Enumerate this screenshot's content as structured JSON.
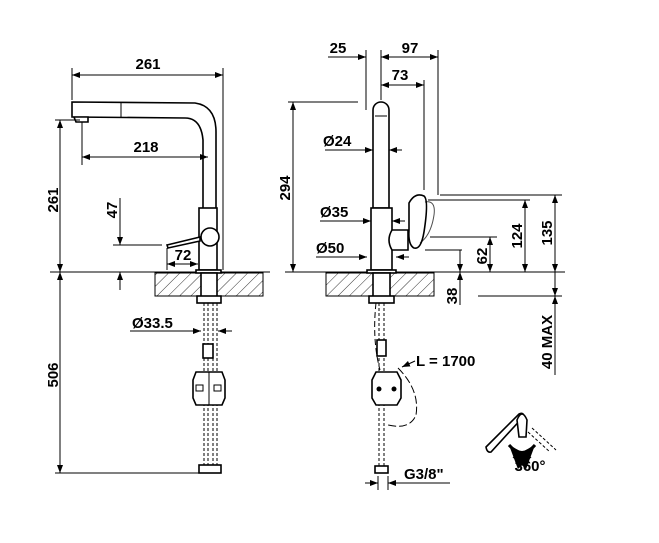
{
  "side_view": {
    "width_total": "261",
    "height_spout": "261",
    "reach": "218",
    "lever_height": "47",
    "lever_offset": "72",
    "hose_length_below": "506",
    "shank_diameter": "Ø33.5"
  },
  "front_view": {
    "offset_25": "25",
    "offset_97": "97",
    "offset_73": "73",
    "height_total": "294",
    "spout_diameter": "Ø24",
    "body_diameter": "Ø35",
    "base_diameter": "Ø50",
    "height_135": "135",
    "height_124": "124",
    "height_62": "62",
    "counter_38": "38",
    "counter_max": "40 MAX",
    "pullout_length": "L = 1700",
    "connection": "G3/8\""
  },
  "rotation_label": "360°"
}
